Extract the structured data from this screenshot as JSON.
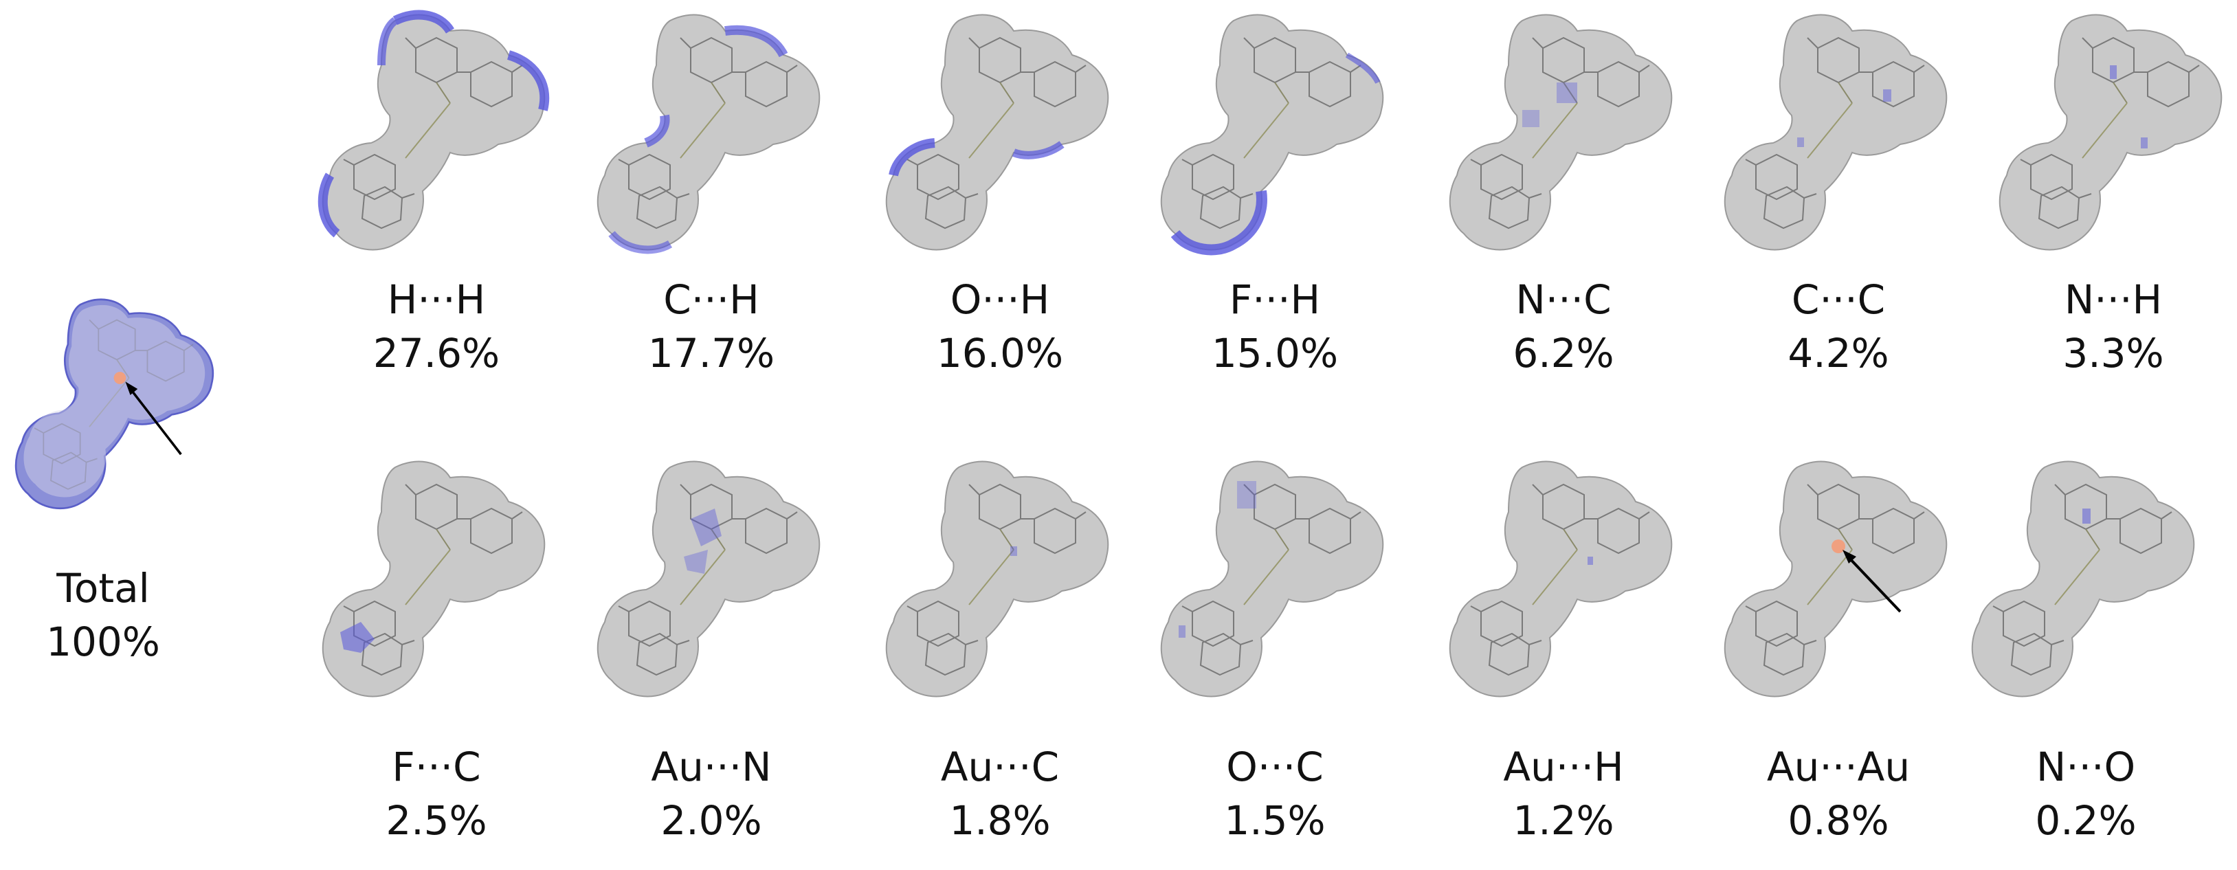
{
  "total": {
    "name": "Total",
    "percent": "100%"
  },
  "contacts": [
    {
      "name": "H···H",
      "percent": "27.6%"
    },
    {
      "name": "C···H",
      "percent": "17.7%"
    },
    {
      "name": "O···H",
      "percent": "16.0%"
    },
    {
      "name": "F···H",
      "percent": "15.0%"
    },
    {
      "name": "N···C",
      "percent": "6.2%"
    },
    {
      "name": "C···C",
      "percent": "4.2%"
    },
    {
      "name": "N···H",
      "percent": "3.3%"
    },
    {
      "name": "F···C",
      "percent": "2.5%"
    },
    {
      "name": "Au···N",
      "percent": "2.0%"
    },
    {
      "name": "Au···C",
      "percent": "1.8%"
    },
    {
      "name": "O···C",
      "percent": "1.5%"
    },
    {
      "name": "Au···H",
      "percent": "1.2%"
    },
    {
      "name": "Au···Au",
      "percent": "0.8%"
    },
    {
      "name": "N···O",
      "percent": "0.2%"
    }
  ],
  "colors": {
    "surface": "#c9c9c9",
    "surface_edge": "#9a9a9a",
    "highlight": "#5555dd",
    "molecule": "#777777",
    "arrow": "#000000",
    "contact_point": "#f0a080"
  },
  "icons": {
    "surface": "hirshfeld-surface-icon",
    "arrow": "arrow-icon"
  }
}
